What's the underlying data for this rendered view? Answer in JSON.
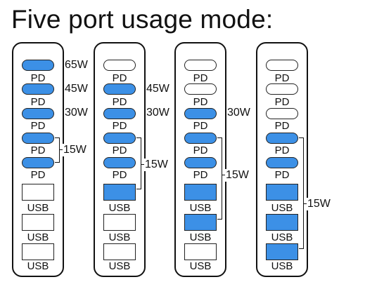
{
  "title": "Five port usage mode:",
  "colors": {
    "active_port": "#3c90e6",
    "inactive_port": "#ffffff",
    "outline": "#111111"
  },
  "port_labels": {
    "pd": "PD",
    "usb": "USB"
  },
  "modes": [
    {
      "ports": [
        {
          "type": "pd",
          "active": true
        },
        {
          "type": "pd",
          "active": true
        },
        {
          "type": "pd",
          "active": true
        },
        {
          "type": "pd",
          "active": true
        },
        {
          "type": "pd",
          "active": true
        },
        {
          "type": "usb",
          "active": false
        },
        {
          "type": "usb",
          "active": false
        },
        {
          "type": "usb",
          "active": false
        }
      ],
      "single_wattages": [
        "65W",
        "45W",
        "30W"
      ],
      "shared_wattage": "15W"
    },
    {
      "ports": [
        {
          "type": "pd",
          "active": false
        },
        {
          "type": "pd",
          "active": true
        },
        {
          "type": "pd",
          "active": true
        },
        {
          "type": "pd",
          "active": true
        },
        {
          "type": "pd",
          "active": true
        },
        {
          "type": "usb",
          "active": true
        },
        {
          "type": "usb",
          "active": false
        },
        {
          "type": "usb",
          "active": false
        }
      ],
      "single_wattages": [
        "45W",
        "30W"
      ],
      "shared_wattage": "15W"
    },
    {
      "ports": [
        {
          "type": "pd",
          "active": false
        },
        {
          "type": "pd",
          "active": false
        },
        {
          "type": "pd",
          "active": true
        },
        {
          "type": "pd",
          "active": true
        },
        {
          "type": "pd",
          "active": true
        },
        {
          "type": "usb",
          "active": true
        },
        {
          "type": "usb",
          "active": true
        },
        {
          "type": "usb",
          "active": false
        }
      ],
      "single_wattages": [
        "30W"
      ],
      "shared_wattage": "15W"
    },
    {
      "ports": [
        {
          "type": "pd",
          "active": false
        },
        {
          "type": "pd",
          "active": false
        },
        {
          "type": "pd",
          "active": false
        },
        {
          "type": "pd",
          "active": true
        },
        {
          "type": "pd",
          "active": true
        },
        {
          "type": "usb",
          "active": true
        },
        {
          "type": "usb",
          "active": true
        },
        {
          "type": "usb",
          "active": true
        }
      ],
      "single_wattages": [],
      "shared_wattage": "15W"
    }
  ]
}
